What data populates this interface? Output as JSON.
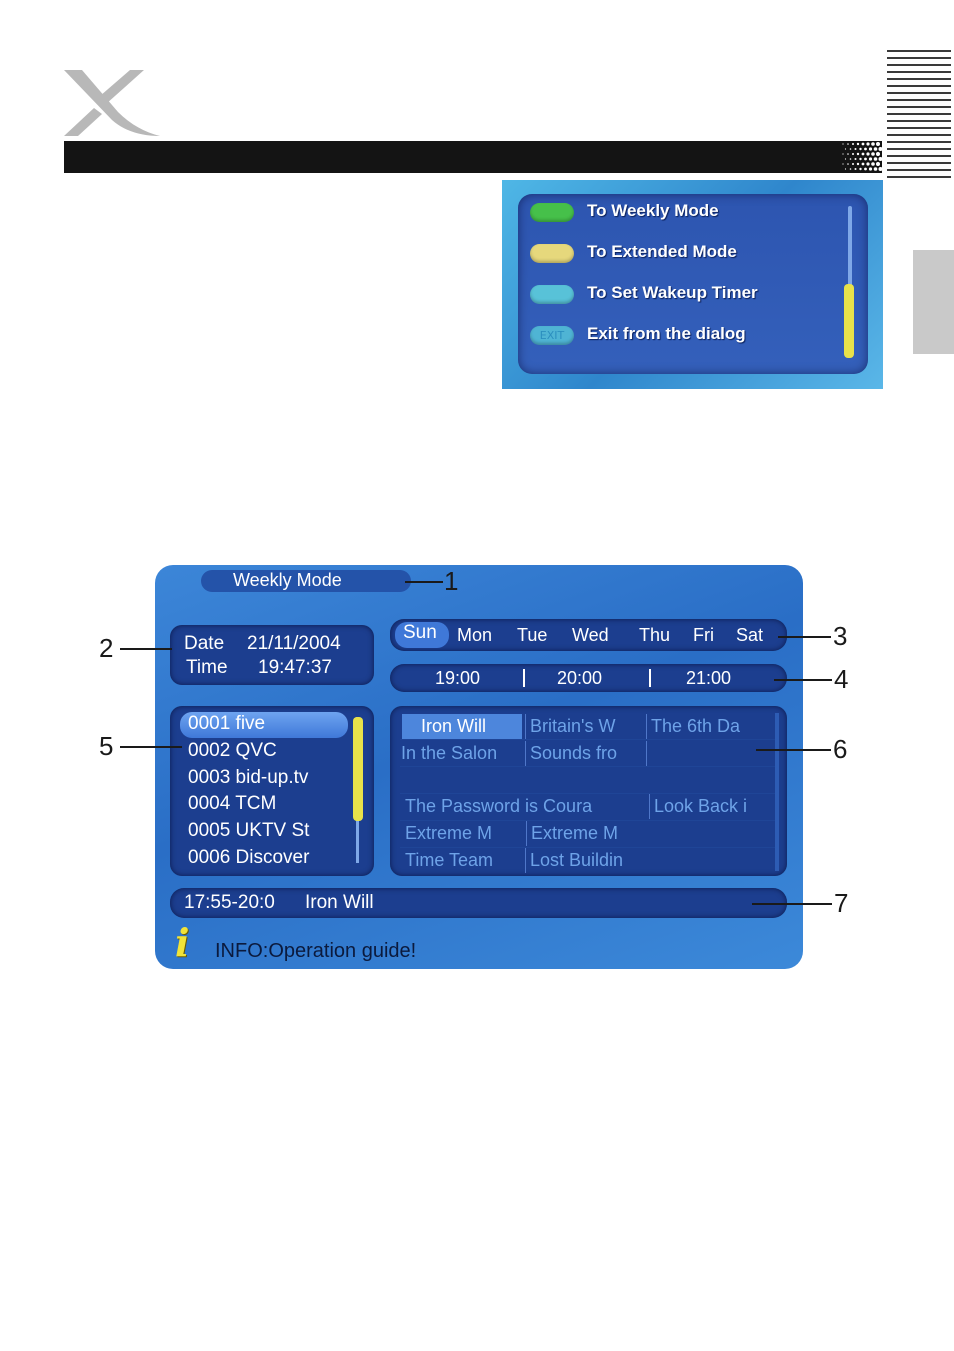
{
  "dialog": {
    "items": [
      {
        "color": "#46c04a",
        "label": "To Weekly Mode"
      },
      {
        "color": "#e6d87c",
        "label": "To Extended Mode"
      },
      {
        "color": "#58c2d8",
        "label": "To Set Wakeup Timer"
      },
      {
        "color": "#4fb4d4",
        "label": "Exit from the dialog",
        "key_text": "EXIT"
      }
    ]
  },
  "epg": {
    "mode_title": "Weekly Mode",
    "date_label": "Date",
    "date_value": "21/11/2004",
    "time_label": "Time",
    "time_value": "19:47:37",
    "days": [
      "Sun",
      "Mon",
      "Tue",
      "Wed",
      "Thu",
      "Fri",
      "Sat"
    ],
    "selected_day": "Sun",
    "times": [
      "19:00",
      "20:00",
      "21:00"
    ],
    "channels": [
      "0001 five",
      "0002 QVC",
      "0003 bid-up.tv",
      "0004 TCM",
      "0005 UKTV St",
      "0006 Discover"
    ],
    "grid": [
      [
        "Iron Will",
        "Britain's W",
        "The 6th Da"
      ],
      [
        "In the Salon",
        "Sounds fro",
        ""
      ],
      [
        "",
        "",
        ""
      ],
      [
        "The Password is Coura",
        "Look Back i"
      ],
      [
        "Extreme M",
        "Extreme M",
        ""
      ],
      [
        "Time Team",
        "Lost Buildin",
        ""
      ]
    ],
    "status_time": "17:55-20:0",
    "status_title": "Iron Will",
    "info_text": "INFO:Operation guide!"
  },
  "callouts": [
    "1",
    "2",
    "3",
    "4",
    "5",
    "6",
    "7"
  ]
}
